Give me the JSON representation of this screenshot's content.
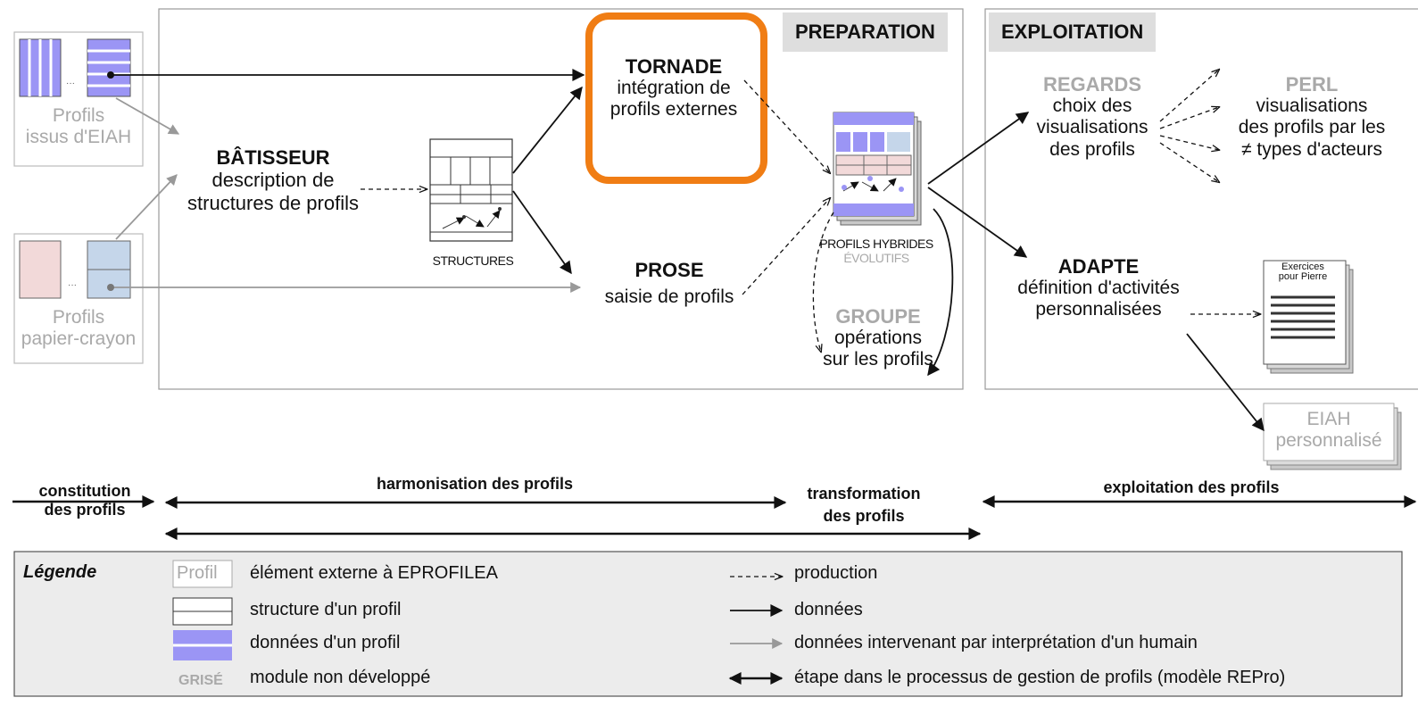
{
  "sections": {
    "preparation": "PREPARATION",
    "exploitation": "EXPLOITATION"
  },
  "external": {
    "eiah": [
      "Profils",
      "issus d'EIAH"
    ],
    "paper": [
      "Profils",
      "papier-crayon"
    ]
  },
  "modules": {
    "batisseur": {
      "name": "BÂTISSEUR",
      "desc": [
        "description de",
        "structures de profils"
      ]
    },
    "structures": "STRUCTURES",
    "tornade": {
      "name": "TORNADE",
      "desc": [
        "intégration de",
        "profils externes"
      ]
    },
    "prose": {
      "name": "PROSE",
      "desc": "saisie de profils"
    },
    "hybrides": [
      "PROFILS HYBRIDES",
      "ÉVOLUTIFS"
    ],
    "groupe": {
      "name": "GROUPE",
      "desc": [
        "opérations",
        "sur les profils"
      ]
    },
    "regards": {
      "name": "REGARDS",
      "desc": [
        "choix des",
        "visualisations",
        "des profils"
      ]
    },
    "perl": {
      "name": "PERL",
      "desc": [
        "visualisations",
        "des profils par les",
        "≠ types d'acteurs"
      ]
    },
    "adapte": {
      "name": "ADAPTE",
      "desc": [
        "définition d'activités",
        "personnalisées"
      ]
    },
    "exercices": [
      "Exercices",
      "pour Pierre"
    ],
    "eiah_perso": [
      "EIAH",
      "personnalisé"
    ]
  },
  "stages": {
    "constitution": [
      "constitution",
      "des profils"
    ],
    "harmonisation": "harmonisation des profils",
    "transformation": [
      "transformation",
      "des profils"
    ],
    "exploitation": "exploitation des profils"
  },
  "legend": {
    "title": "Légende",
    "items_left": [
      {
        "sample": "Profil",
        "text": "élément externe à EPROFILEA"
      },
      {
        "text": "structure d'un profil"
      },
      {
        "text": "données d'un profil"
      },
      {
        "sample": "GRISÉ",
        "text": "module non développé"
      }
    ],
    "items_right": [
      {
        "text": "production"
      },
      {
        "text": "données"
      },
      {
        "text": "données intervenant par interprétation d'un humain"
      },
      {
        "text": "étape dans le processus de gestion de profils (modèle REPro)"
      }
    ]
  },
  "colors": {
    "highlight": "#f07d14",
    "profile_data": "#9b95f5",
    "paper_pink": "#f2d9d9",
    "paper_blue": "#c5d6ea",
    "header_gray": "#dedede",
    "legend_bg": "#ececec"
  }
}
